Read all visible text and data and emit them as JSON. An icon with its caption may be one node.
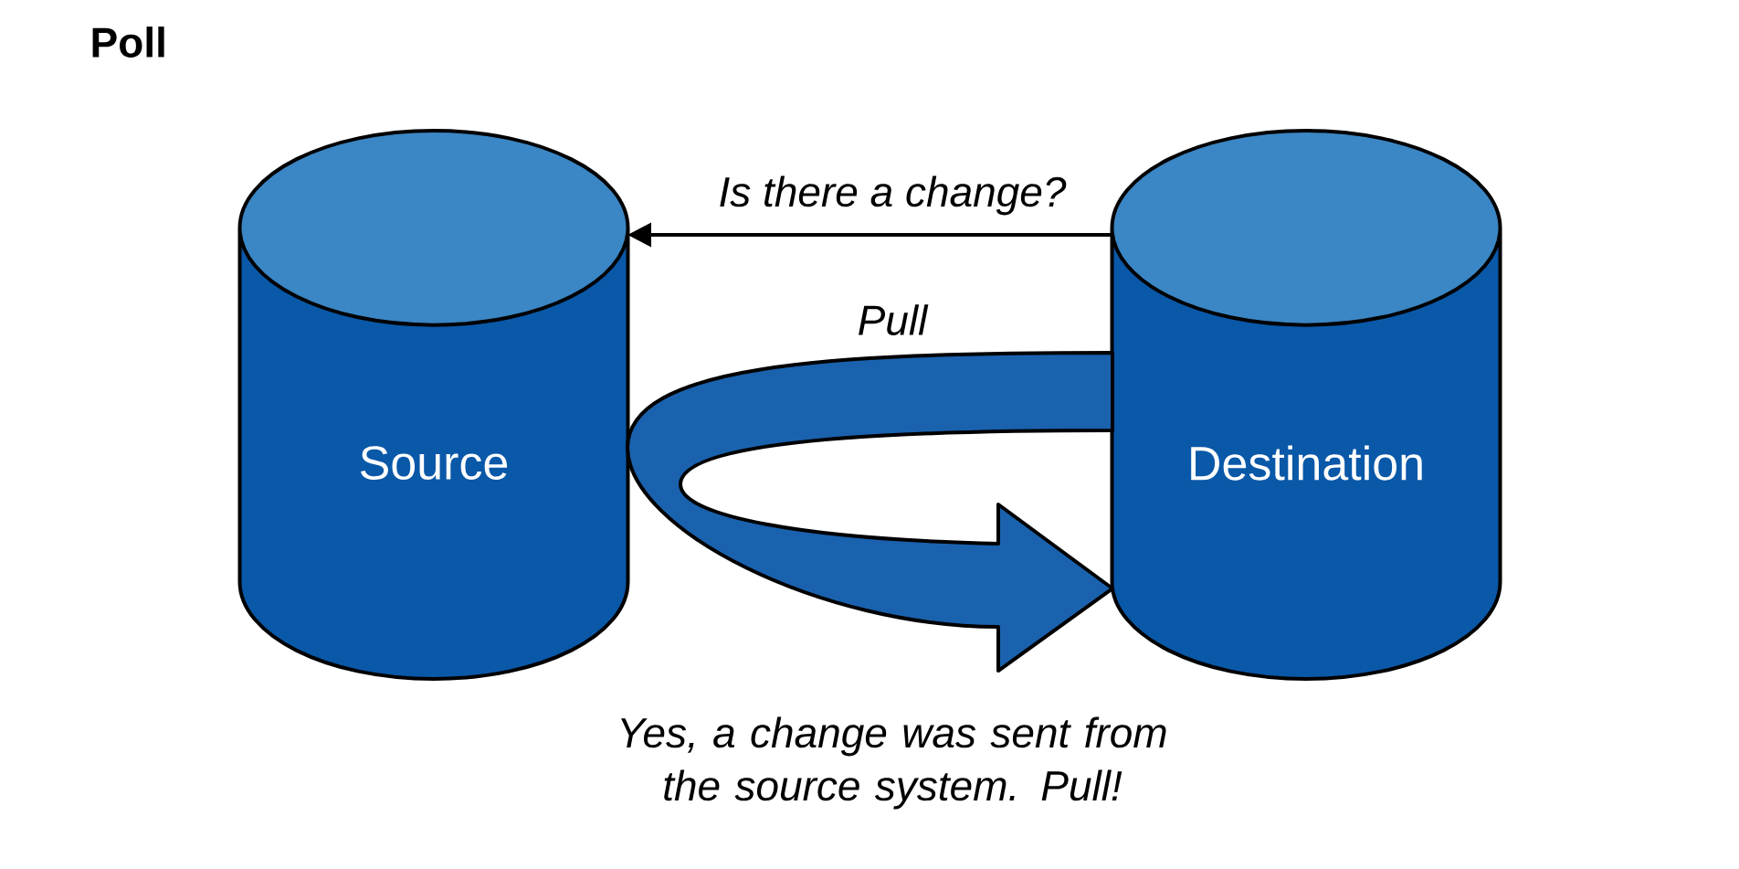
{
  "diagram": {
    "title": "Poll",
    "nodes": [
      {
        "text": [
          "Source"
        ]
      },
      {
        "text": [
          "Destination"
        ]
      }
    ],
    "edges": [
      {
        "from": 1,
        "to": 0,
        "arrow": "to",
        "label": "Is there a change?"
      },
      {
        "from": 0,
        "to": 1,
        "arrow": "to",
        "label": "Pull",
        "style": "thick"
      }
    ],
    "labels": [
      "Yes, a change was sent from the source system. Pull!"
    ]
  }
}
